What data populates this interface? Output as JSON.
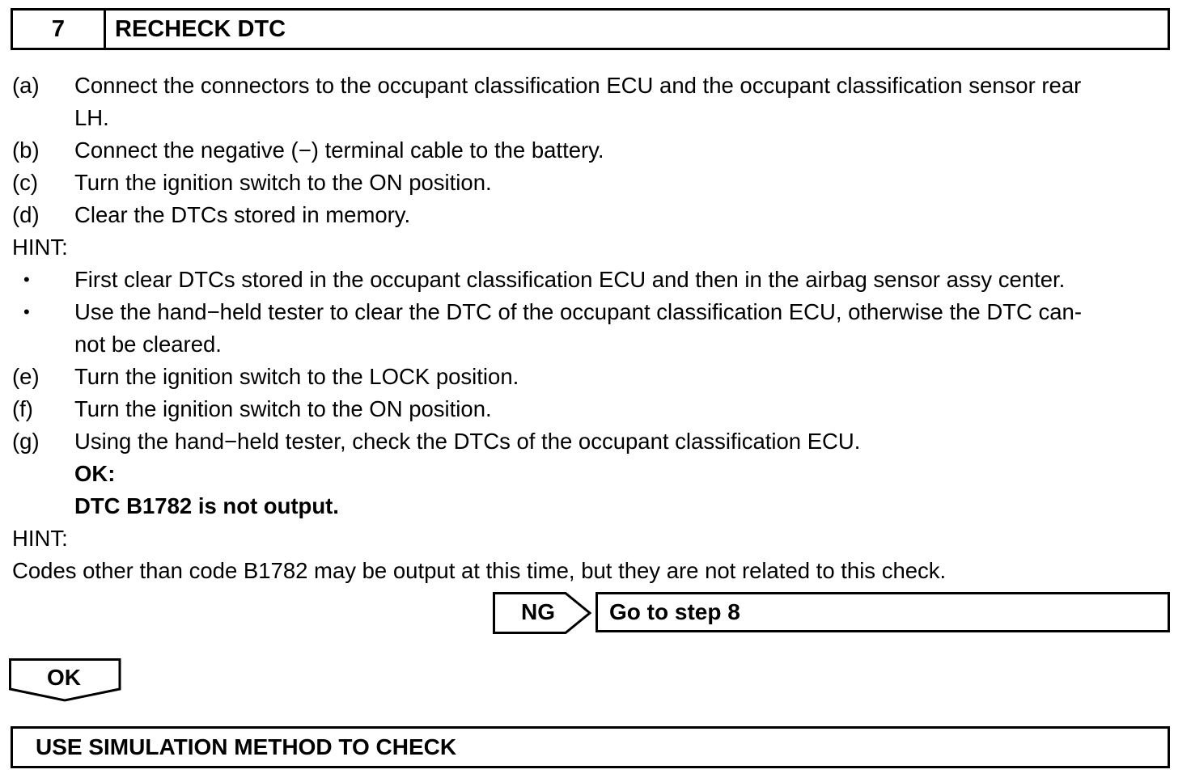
{
  "step": {
    "number": "7",
    "title": "RECHECK DTC"
  },
  "procedure": {
    "a": {
      "label": "(a)",
      "line1": "Connect the connectors to the occupant classification ECU and the occupant classification sensor rear",
      "line2": "LH."
    },
    "b": {
      "label": "(b)",
      "text": "Connect the negative (−) terminal cable to the battery."
    },
    "c": {
      "label": "(c)",
      "text": "Turn the ignition switch to the ON position."
    },
    "d": {
      "label": "(d)",
      "text": "Clear the DTCs stored in memory."
    },
    "hint1": "HINT:",
    "bullets": {
      "glyph": "•",
      "b1": "First clear DTCs stored in the occupant classification ECU and then in the airbag sensor assy center.",
      "b2_line1": "Use the hand−held tester to clear the DTC of the occupant classification ECU, otherwise the DTC can-",
      "b2_line2": "not be cleared."
    },
    "e": {
      "label": "(e)",
      "text": "Turn the ignition switch to the LOCK position."
    },
    "f": {
      "label": "(f)",
      "text": "Turn the ignition switch to the ON position."
    },
    "g": {
      "label": "(g)",
      "text": "Using the hand−held tester, check the DTCs of the occupant classification ECU."
    },
    "ok_heading": "OK:",
    "ok_result": "DTC B1782 is not output.",
    "hint2": "HINT:",
    "hint2_text": "Codes other than code B1782 may be output at this time, but they are not related to this check."
  },
  "decision": {
    "ng_label": "NG",
    "ng_target": "Go to step 8",
    "ok_label": "OK"
  },
  "next_step": {
    "title": "USE SIMULATION METHOD TO CHECK"
  }
}
